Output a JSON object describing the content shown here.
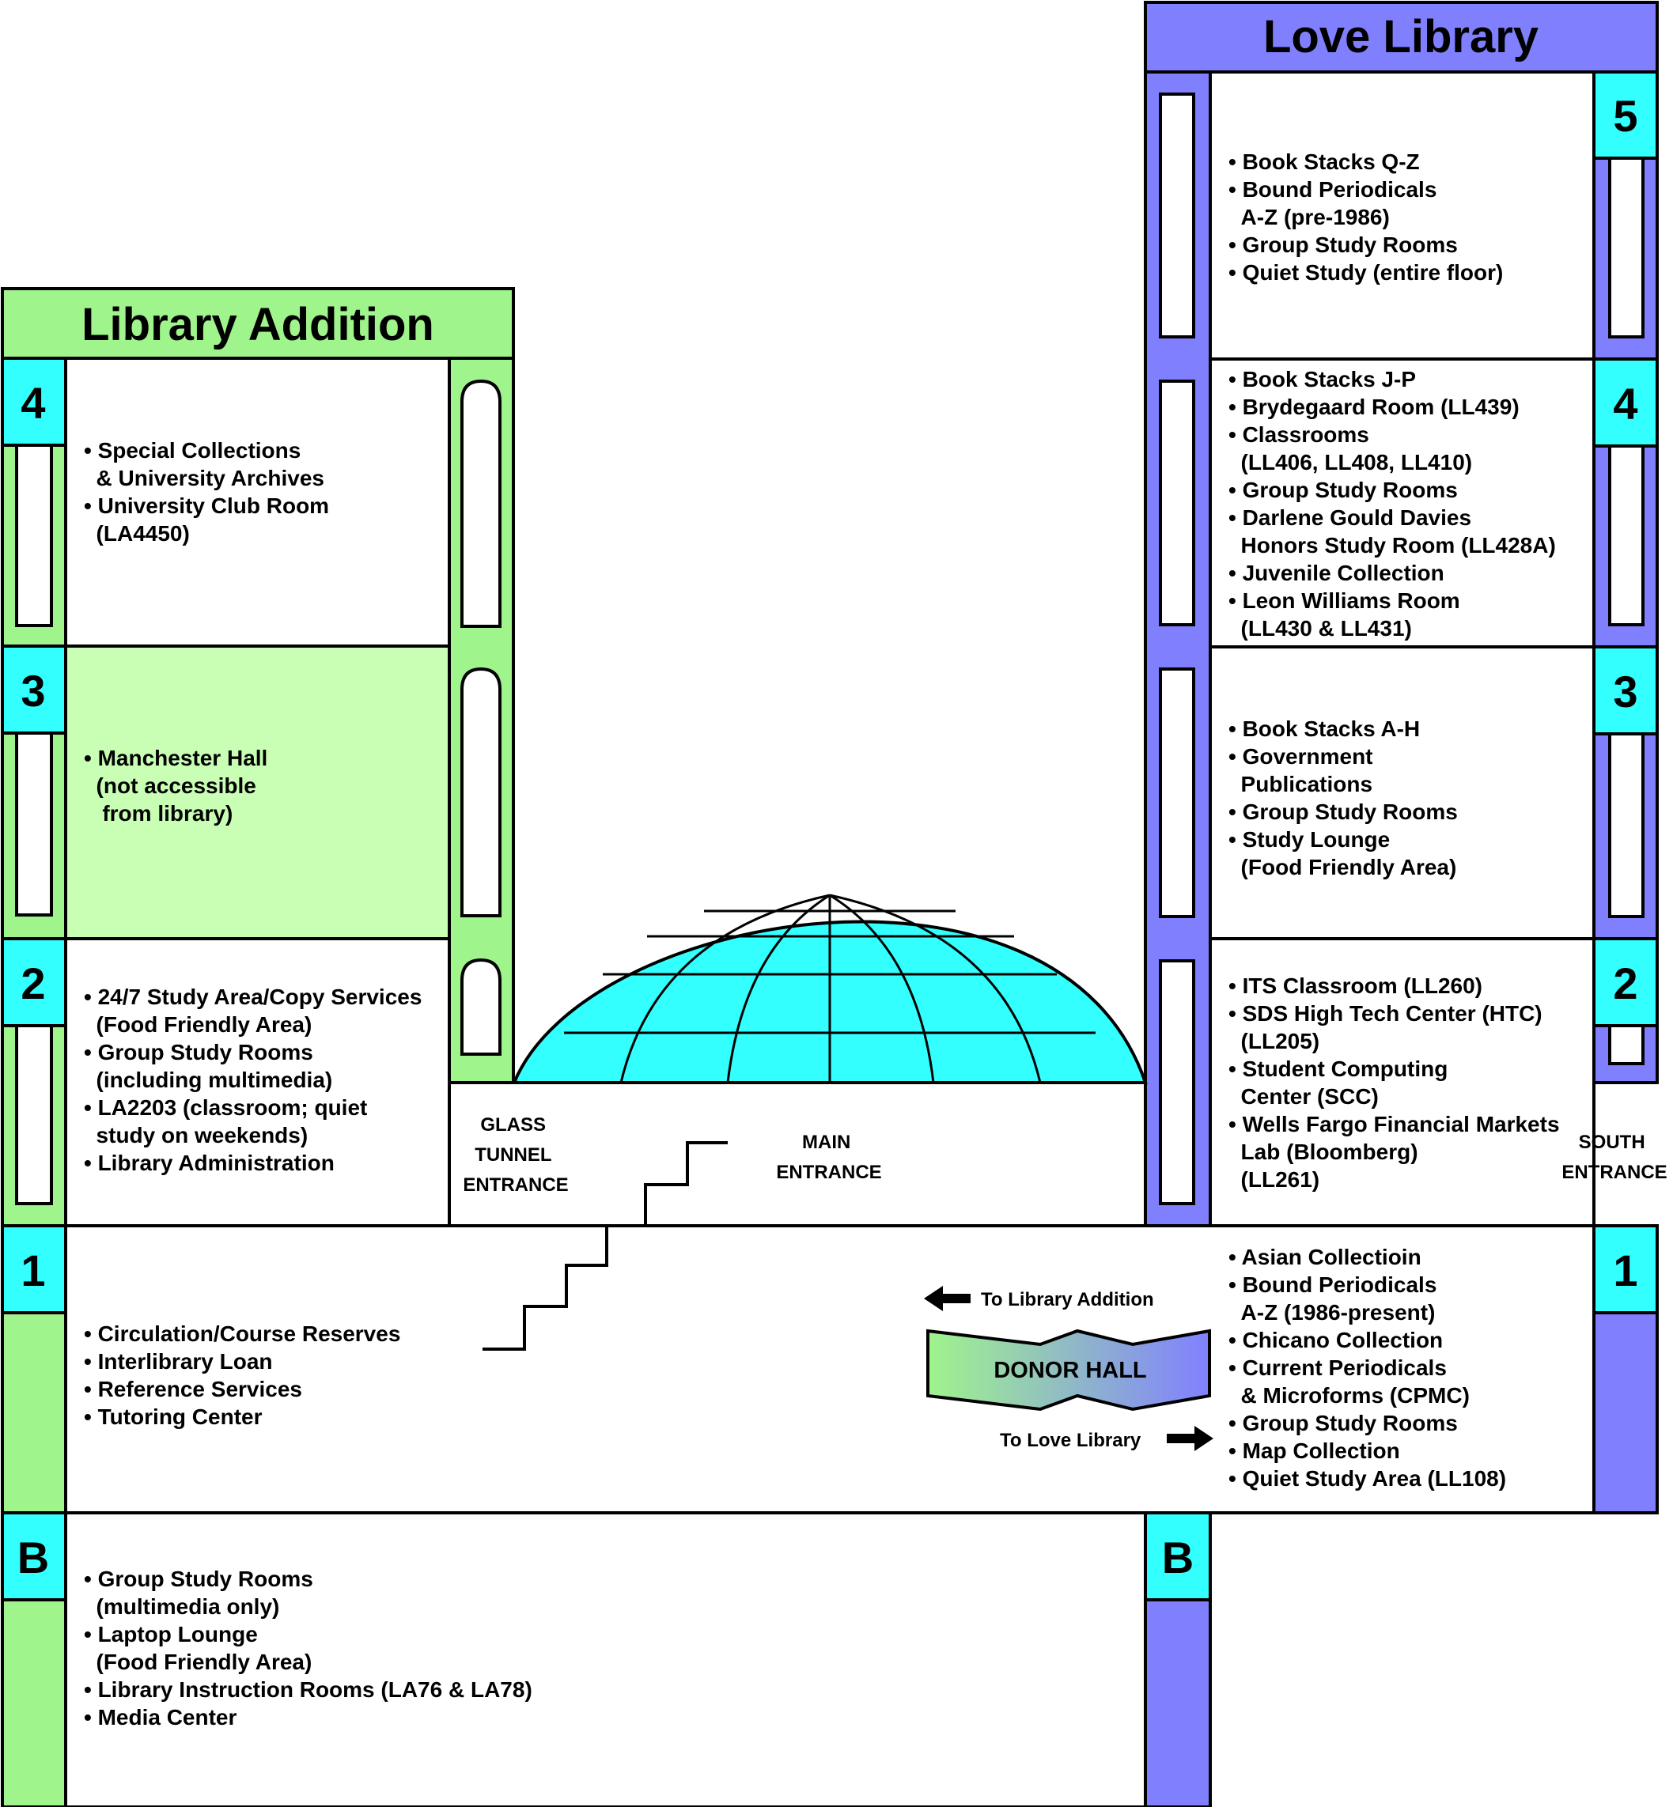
{
  "buildings": {
    "addition": {
      "title": "Library Addition",
      "color": "#a0f48c",
      "floor3_fill": "#c8ffb4",
      "floors": [
        {
          "label": "4",
          "items": [
            "• Special Collections",
            "  & University Archives",
            "• University Club Room",
            "  (LA4450)"
          ]
        },
        {
          "label": "3",
          "items": [
            "• Manchester Hall",
            "  (not accessible",
            "   from library)"
          ]
        },
        {
          "label": "2",
          "items": [
            "• 24/7 Study Area/Copy Services",
            "  (Food Friendly Area)",
            "• Group Study Rooms",
            "  (including multimedia)",
            "• LA2203 (classroom; quiet",
            "  study on weekends)",
            "• Library Administration"
          ]
        },
        {
          "label": "1",
          "items": [
            "• Circulation/Course Reserves",
            "• Interlibrary Loan",
            "• Reference Services",
            "• Tutoring Center"
          ]
        },
        {
          "label": "B",
          "items": [
            "• Group Study Rooms",
            "  (multimedia only)",
            "• Laptop Lounge",
            "  (Food Friendly Area)",
            "• Library Instruction Rooms (LA76 & LA78)",
            "• Media Center"
          ]
        }
      ]
    },
    "love": {
      "title": "Love Library",
      "color": "#8080ff",
      "floors": [
        {
          "label": "5",
          "items": [
            "• Book Stacks Q-Z",
            "• Bound Periodicals",
            "  A-Z (pre-1986)",
            "• Group Study Rooms",
            "• Quiet Study (entire floor)"
          ]
        },
        {
          "label": "4",
          "items": [
            "• Book Stacks J-P",
            "• Brydegaard Room (LL439)",
            "• Classrooms",
            "  (LL406, LL408, LL410)",
            "• Group Study Rooms",
            "• Darlene Gould Davies",
            "  Honors Study Room (LL428A)",
            "• Juvenile Collection",
            "• Leon Williams Room",
            "  (LL430 & LL431)"
          ]
        },
        {
          "label": "3",
          "items": [
            "• Book Stacks A-H",
            "• Government",
            "  Publications",
            "• Group Study Rooms",
            "• Study Lounge",
            "  (Food Friendly Area)"
          ]
        },
        {
          "label": "2",
          "items": [
            "• ITS Classroom (LL260)",
            "• SDS High Tech Center (HTC)",
            "  (LL205)",
            "• Student Computing",
            "  Center (SCC)",
            "• Wells Fargo Financial Markets",
            "  Lab (Bloomberg)",
            "  (LL261)"
          ]
        },
        {
          "label": "1",
          "items": [
            "• Asian Collectioin",
            "• Bound Periodicals",
            "  A-Z (1986-present)",
            "• Chicano Collection",
            "• Current Periodicals",
            "  & Microforms (CPMC)",
            "• Group Study Rooms",
            "• Map Collection",
            "• Quiet Study Area (LL108)"
          ]
        },
        {
          "label": "B",
          "items": []
        }
      ]
    }
  },
  "entrances": {
    "glass_tunnel": [
      "GLASS",
      "TUNNEL",
      "ENTRANCE"
    ],
    "main": [
      "MAIN",
      "ENTRANCE"
    ],
    "south": [
      "SOUTH",
      "ENTRANCE"
    ]
  },
  "donor_hall": {
    "label": "DONOR HALL",
    "to_addition": "To Library Addition",
    "to_love": "To Love Library"
  },
  "colors": {
    "floor_tab": "#33ffff",
    "dome": "#33ffff",
    "outline": "#000000"
  }
}
